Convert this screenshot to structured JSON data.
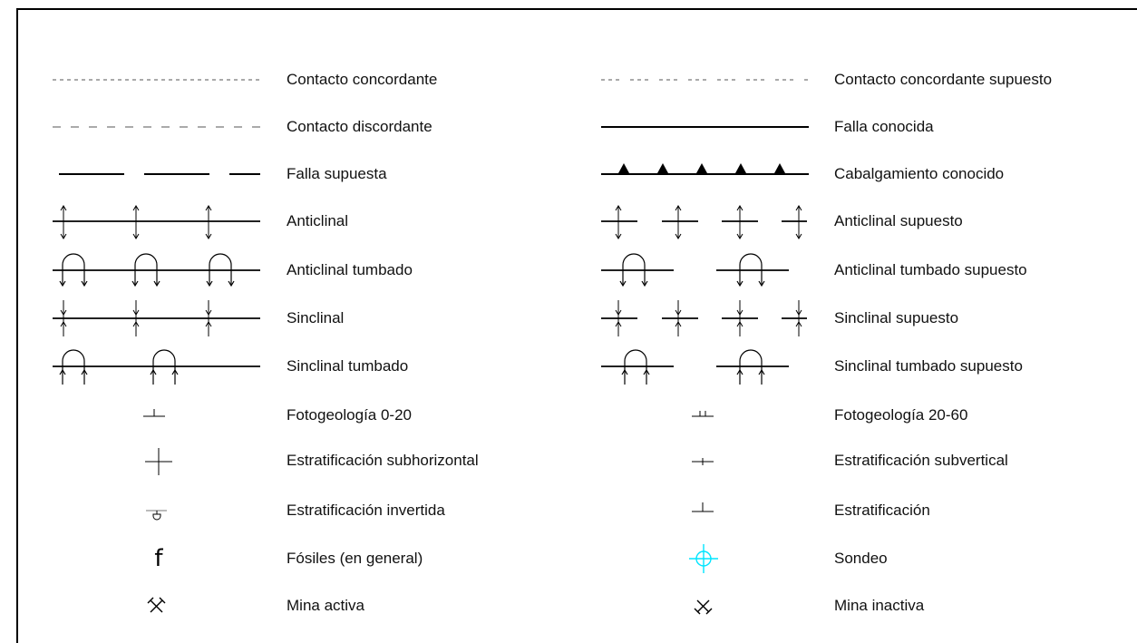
{
  "legend": {
    "left": [
      {
        "label": "Contacto concordante",
        "icon": "dotted-line-icon"
      },
      {
        "label": "Contacto discordante",
        "icon": "dashed-line-icon"
      },
      {
        "label": "Falla supuesta",
        "icon": "long-dash-line-icon"
      },
      {
        "label": "Anticlinal",
        "icon": "anticline-icon"
      },
      {
        "label": "Anticlinal tumbado",
        "icon": "overturned-anticline-icon"
      },
      {
        "label": "Sinclinal",
        "icon": "syncline-icon"
      },
      {
        "label": "Sinclinal tumbado",
        "icon": "overturned-syncline-icon"
      },
      {
        "label": "Fotogeología 0-20",
        "icon": "photogeology-0-20-icon"
      },
      {
        "label": "Estratificación subhorizontal",
        "icon": "subhorizontal-bedding-icon"
      },
      {
        "label": "Estratificación invertida",
        "icon": "inverted-bedding-icon"
      },
      {
        "label": "Fósiles (en general)",
        "icon": "fossil-icon",
        "glyph": "f"
      },
      {
        "label": "Mina activa",
        "icon": "active-mine-icon"
      }
    ],
    "right": [
      {
        "label": "Contacto concordante supuesto",
        "icon": "dash-dot-line-icon"
      },
      {
        "label": "Falla conocida",
        "icon": "solid-line-icon"
      },
      {
        "label": "Cabalgamiento conocido",
        "icon": "thrust-fault-icon"
      },
      {
        "label": "Anticlinal supuesto",
        "icon": "inferred-anticline-icon"
      },
      {
        "label": "Anticlinal tumbado supuesto",
        "icon": "inferred-overturned-anticline-icon"
      },
      {
        "label": "Sinclinal supuesto",
        "icon": "inferred-syncline-icon"
      },
      {
        "label": "Sinclinal tumbado supuesto",
        "icon": "inferred-overturned-syncline-icon"
      },
      {
        "label": "Fotogeología 20-60",
        "icon": "photogeology-20-60-icon"
      },
      {
        "label": "Estratificación subvertical",
        "icon": "subvertical-bedding-icon"
      },
      {
        "label": "Estratificación",
        "icon": "bedding-icon"
      },
      {
        "label": "Sondeo",
        "icon": "borehole-icon",
        "color": "#00e5ff"
      },
      {
        "label": "Mina inactiva",
        "icon": "inactive-mine-icon"
      }
    ]
  }
}
